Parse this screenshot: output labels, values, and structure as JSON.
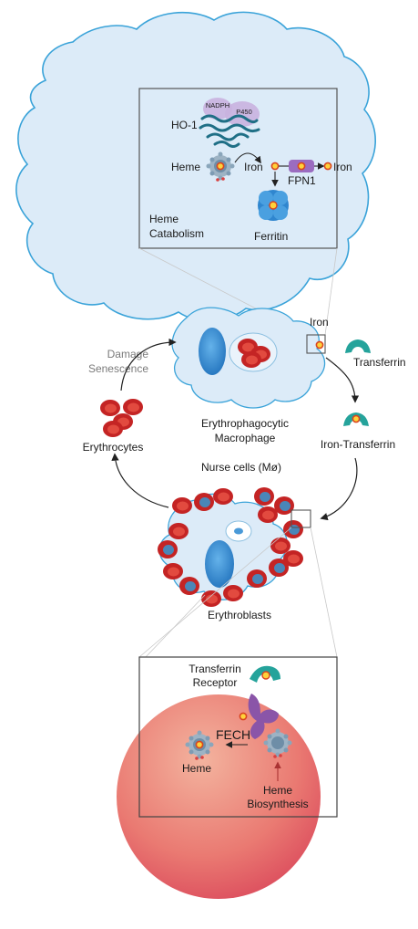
{
  "macro_cell": {
    "inset": {
      "enzyme": "HO-1",
      "cofactor_1": "NADPH",
      "cofactor_2": "P450",
      "substrate": "Heme",
      "product": "Iron",
      "exporter": "FPN1",
      "exported": "Iron",
      "storage": "Ferritin",
      "process_line1": "Heme",
      "process_line2": "Catabolism"
    }
  },
  "cycle": {
    "iron": "Iron",
    "transferrin": "Transferrin",
    "macrophage_line1": "Erythrophagocytic",
    "macrophage_line2": "Macrophage",
    "damage": "Damage",
    "senescence": "Senescence",
    "erythrocytes": "Erythrocytes",
    "iron_transferrin": "Iron-Transferrin",
    "nurse_cells": "Nurse cells (Mø)",
    "erythroblasts": "Erythroblasts"
  },
  "erythroblast_inset": {
    "receptor_line1": "Transferrin",
    "receptor_line2": "Receptor",
    "enzyme": "FECH",
    "product": "Heme",
    "process_line1": "Heme",
    "process_line2": "Biosynthesis"
  },
  "colors": {
    "cell_fill": "#dcebf8",
    "cell_stroke": "#3aa3d9",
    "nucleus": "#2f86cf",
    "rbc": "#cc2a2a",
    "iron": "#f07d26",
    "transferrin": "#27a39a",
    "receptor": "#8a55a8",
    "sphere": "#e76a6a"
  }
}
